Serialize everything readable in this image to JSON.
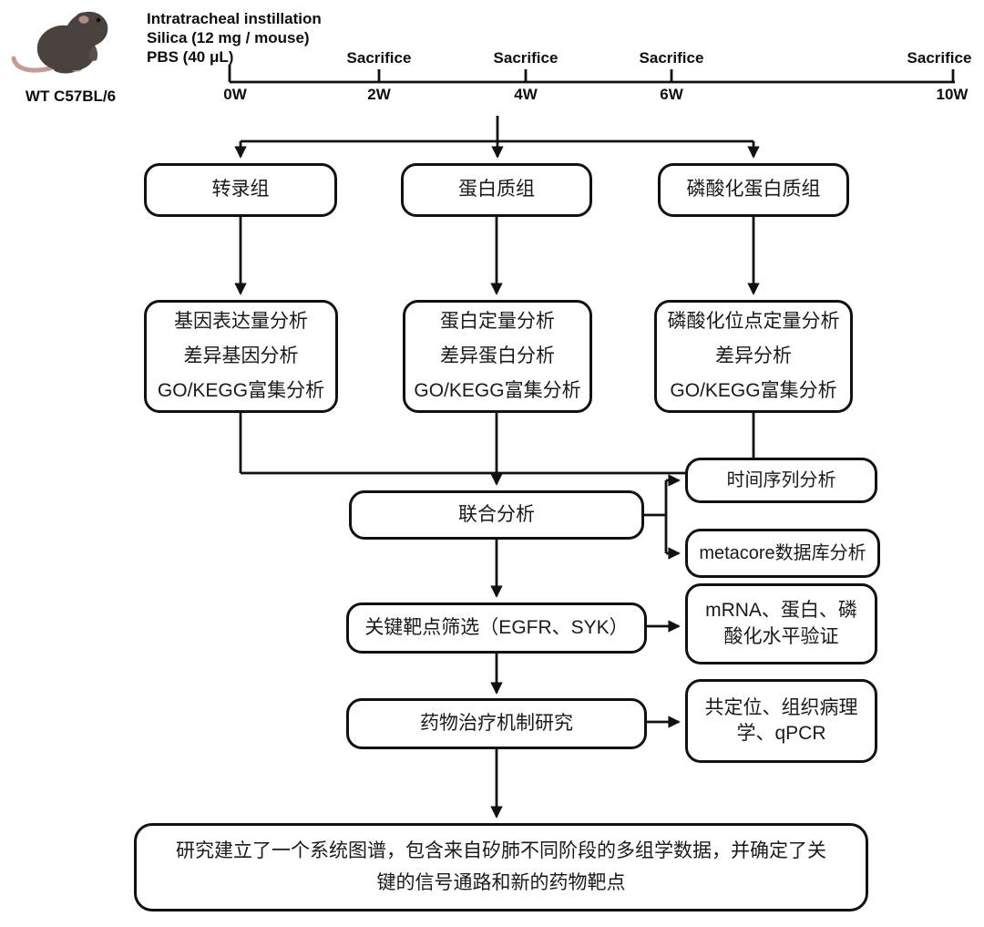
{
  "header": {
    "mouse_label": "WT C57BL/6",
    "instillation_lines": [
      "Intratracheal instillation",
      "Silica (12 mg / mouse)",
      "PBS (40 μL)"
    ],
    "timeline": {
      "sacrifice_label": "Sacrifice",
      "points": [
        {
          "week": "0W",
          "sacrifice": false
        },
        {
          "week": "2W",
          "sacrifice": true
        },
        {
          "week": "4W",
          "sacrifice": true
        },
        {
          "week": "6W",
          "sacrifice": true
        },
        {
          "week": "10W",
          "sacrifice": true
        }
      ]
    }
  },
  "flow": {
    "omics_boxes": [
      "转录组",
      "蛋白质组",
      "磷酸化蛋白质组"
    ],
    "analysis_boxes": [
      [
        "基因表达量分析",
        "差异基因分析",
        "GO/KEGG富集分析"
      ],
      [
        "蛋白定量分析",
        "差异蛋白分析",
        "GO/KEGG富集分析"
      ],
      [
        "磷酸化位点定量分析",
        "差异分析",
        "GO/KEGG富集分析"
      ]
    ],
    "combined_analysis": "联合分析",
    "combined_side_boxes": [
      "时间序列分析",
      "metacore数据库分析"
    ],
    "target_screening": "关键靶点筛选（EGFR、SYK）",
    "validation_box": "mRNA、蛋白、磷酸化水平验证",
    "mechanism_box": "药物治疗机制研究",
    "mechanism_side_box": "共定位、组织病理学、qPCR",
    "conclusion": "研究建立了一个系统图谱，包含来自矽肺不同阶段的多组学数据，并确定了关键的信号通路和新的药物靶点"
  },
  "colors": {
    "line": "#111111",
    "box_border": "#111111",
    "background": "#ffffff",
    "mouse_body": "#4a423f",
    "mouse_pink": "#c79a92"
  }
}
